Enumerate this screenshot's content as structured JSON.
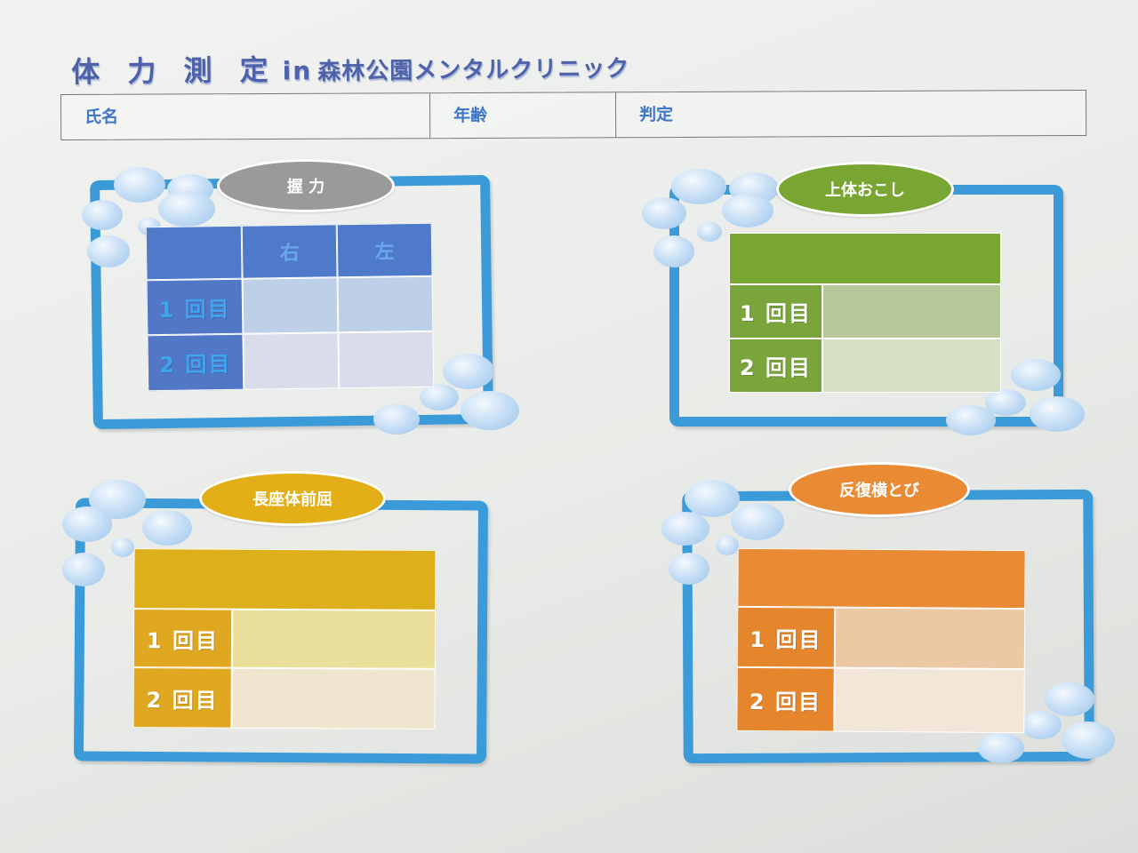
{
  "title": {
    "main": "体 力 測 定",
    "en": "in",
    "clinic": "森林公園メンタルクリニック"
  },
  "header": {
    "name_label": "氏名",
    "age_label": "年齢",
    "judgement_label": "判定"
  },
  "tests": {
    "grip": {
      "label": "握 力",
      "col_right": "右",
      "col_left": "左",
      "row1": "1 回目",
      "row2": "2 回目"
    },
    "situps": {
      "label": "上体おこし",
      "row1": "1 回目",
      "row2": "2 回目"
    },
    "sit_reach": {
      "label": "長座体前屈",
      "row1": "1 回目",
      "row2": "2 回目"
    },
    "side_step": {
      "label": "反復横とび",
      "row1": "1 回目",
      "row2": "2 回目"
    }
  },
  "colors": {
    "frame": "#3b9bd8",
    "grip": "#4f79c9",
    "situps": "#79a533",
    "sit_reach": "#ddb01b",
    "side_step": "#e98a35",
    "grip_pill": "#9a9a9a"
  }
}
